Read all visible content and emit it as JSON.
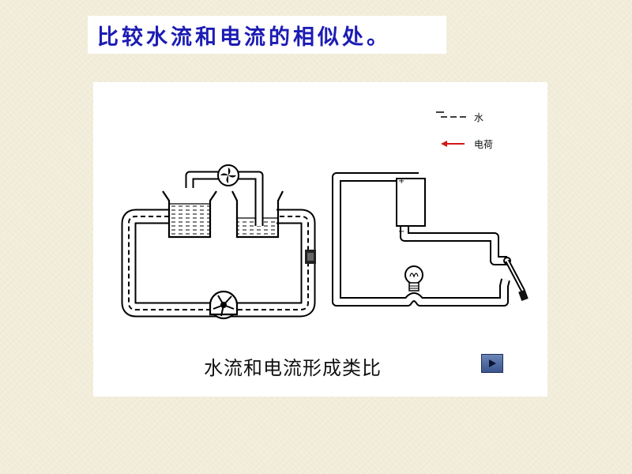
{
  "slide": {
    "title": "比较水流和电流的相似处。"
  },
  "diagram": {
    "caption": "水流和电流形成类比",
    "legend": {
      "water_label": "水",
      "charge_label": "电荷",
      "charge_color": "#d01818"
    },
    "battery": {
      "plus": "+",
      "minus": "−"
    },
    "play_icon": "play-icon"
  }
}
